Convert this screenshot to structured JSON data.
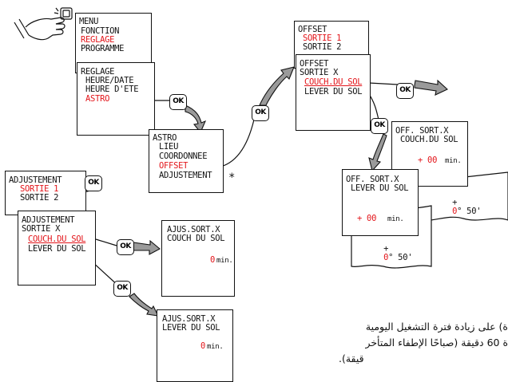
{
  "menu": {
    "line1": "MENU",
    "line2": "FONCTION",
    "line3": "REGLAGE",
    "line4": "PROGRAMME"
  },
  "reglage": {
    "line1": "REGLAGE",
    "line2": "HEURE/DATE",
    "line3": "HEURE D'ETE",
    "line4": "ASTRO"
  },
  "astro": {
    "line1": "ASTRO",
    "line2": "LIEU",
    "line3": "COORDONNEE",
    "line4": "OFFSET",
    "line5": "ADJUSTEMENT",
    "asterisk": "*"
  },
  "offset_outputs": {
    "line1": "OFFSET",
    "line2": "SORTIE 1",
    "line3": "SORTIE 2"
  },
  "offset_x": {
    "line1": "OFFSET",
    "line2": "SORTIE X",
    "line3": "COUCH.DU SOL",
    "line4": "LEVER DU SOL"
  },
  "off_couch": {
    "line1": "OFF. SORT.X",
    "line2": "COUCH.DU SOL",
    "value": "+ 00",
    "unit": "min."
  },
  "off_lever": {
    "line1": "OFF. SORT.X",
    "line2": "LEVER DU SOL",
    "value": "+ 00",
    "unit": "min."
  },
  "strip_right": {
    "sign": "+",
    "digit": "0",
    "rest": "° 50'"
  },
  "strip_left": {
    "sign": "+",
    "digit": "0",
    "rest": "° 50'"
  },
  "adj_outputs": {
    "line1": "ADJUSTEMENT",
    "line2": "SORTIE 1",
    "line3": "SORTIE 2"
  },
  "adj_x": {
    "line1": "ADJUSTEMENT",
    "line2": "SORTIE X",
    "line3": "COUCH.DU SOL",
    "line4": "LEVER DU SOL"
  },
  "ajus_couch": {
    "line1": "AJUS.SORT.X",
    "line2": "COUCH DU SOL",
    "value": "0",
    "unit": "min."
  },
  "ajus_lever": {
    "line1": "AJUS.SORT.X",
    "line2": "LEVER DU SOL",
    "value": "0",
    "unit": "min."
  },
  "ok_label": "OK",
  "arabic_text": {
    "line1": "ة) على زيادة فترة التشغيل اليومية",
    "line2": "ة 60 دقيقة (صباحًا الإطفاء المتأخر",
    "line3": "قيقة)."
  },
  "colors": {
    "red": "#e3151a",
    "ink": "#111111",
    "arrow": "#555555"
  }
}
